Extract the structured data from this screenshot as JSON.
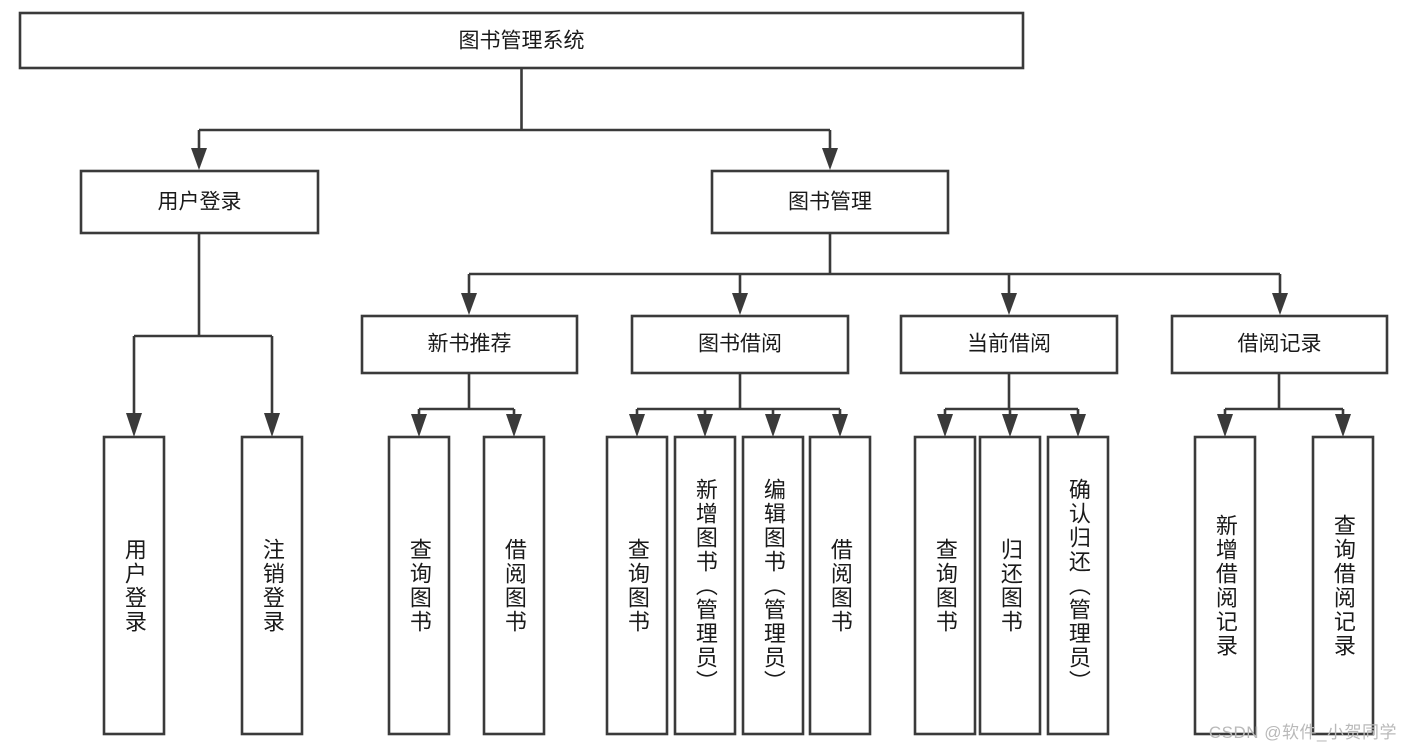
{
  "diagram": {
    "title": "图书管理系统",
    "watermark": "CSDN @软件_小贺同学",
    "colors": {
      "stroke": "#3a3a3a",
      "box_fill": "#ffffff",
      "text": "#1a1a1a",
      "background": "#ffffff",
      "watermark": "#b9b9b9"
    },
    "root": {
      "label": "图书管理系统"
    },
    "level1": [
      {
        "label": "用户登录"
      },
      {
        "label": "图书管理"
      }
    ],
    "level2": [
      {
        "label": "新书推荐"
      },
      {
        "label": "图书借阅"
      },
      {
        "label": "当前借阅"
      },
      {
        "label": "借阅记录"
      }
    ],
    "leaves": {
      "user_login": [
        {
          "label": "用户登录"
        },
        {
          "label": "注销登录"
        }
      ],
      "new_book_recommend": [
        {
          "label": "查询图书"
        },
        {
          "label": "借阅图书"
        }
      ],
      "book_borrow": [
        {
          "label": "查询图书"
        },
        {
          "label": "新增图书（管理员）"
        },
        {
          "label": "编辑图书（管理员）"
        },
        {
          "label": "借阅图书"
        }
      ],
      "current_borrow": [
        {
          "label": "查询图书"
        },
        {
          "label": "归还图书"
        },
        {
          "label": "确认归还（管理员）"
        }
      ],
      "borrow_record": [
        {
          "label": "新增借阅记录"
        },
        {
          "label": "查询借阅记录"
        }
      ]
    }
  }
}
